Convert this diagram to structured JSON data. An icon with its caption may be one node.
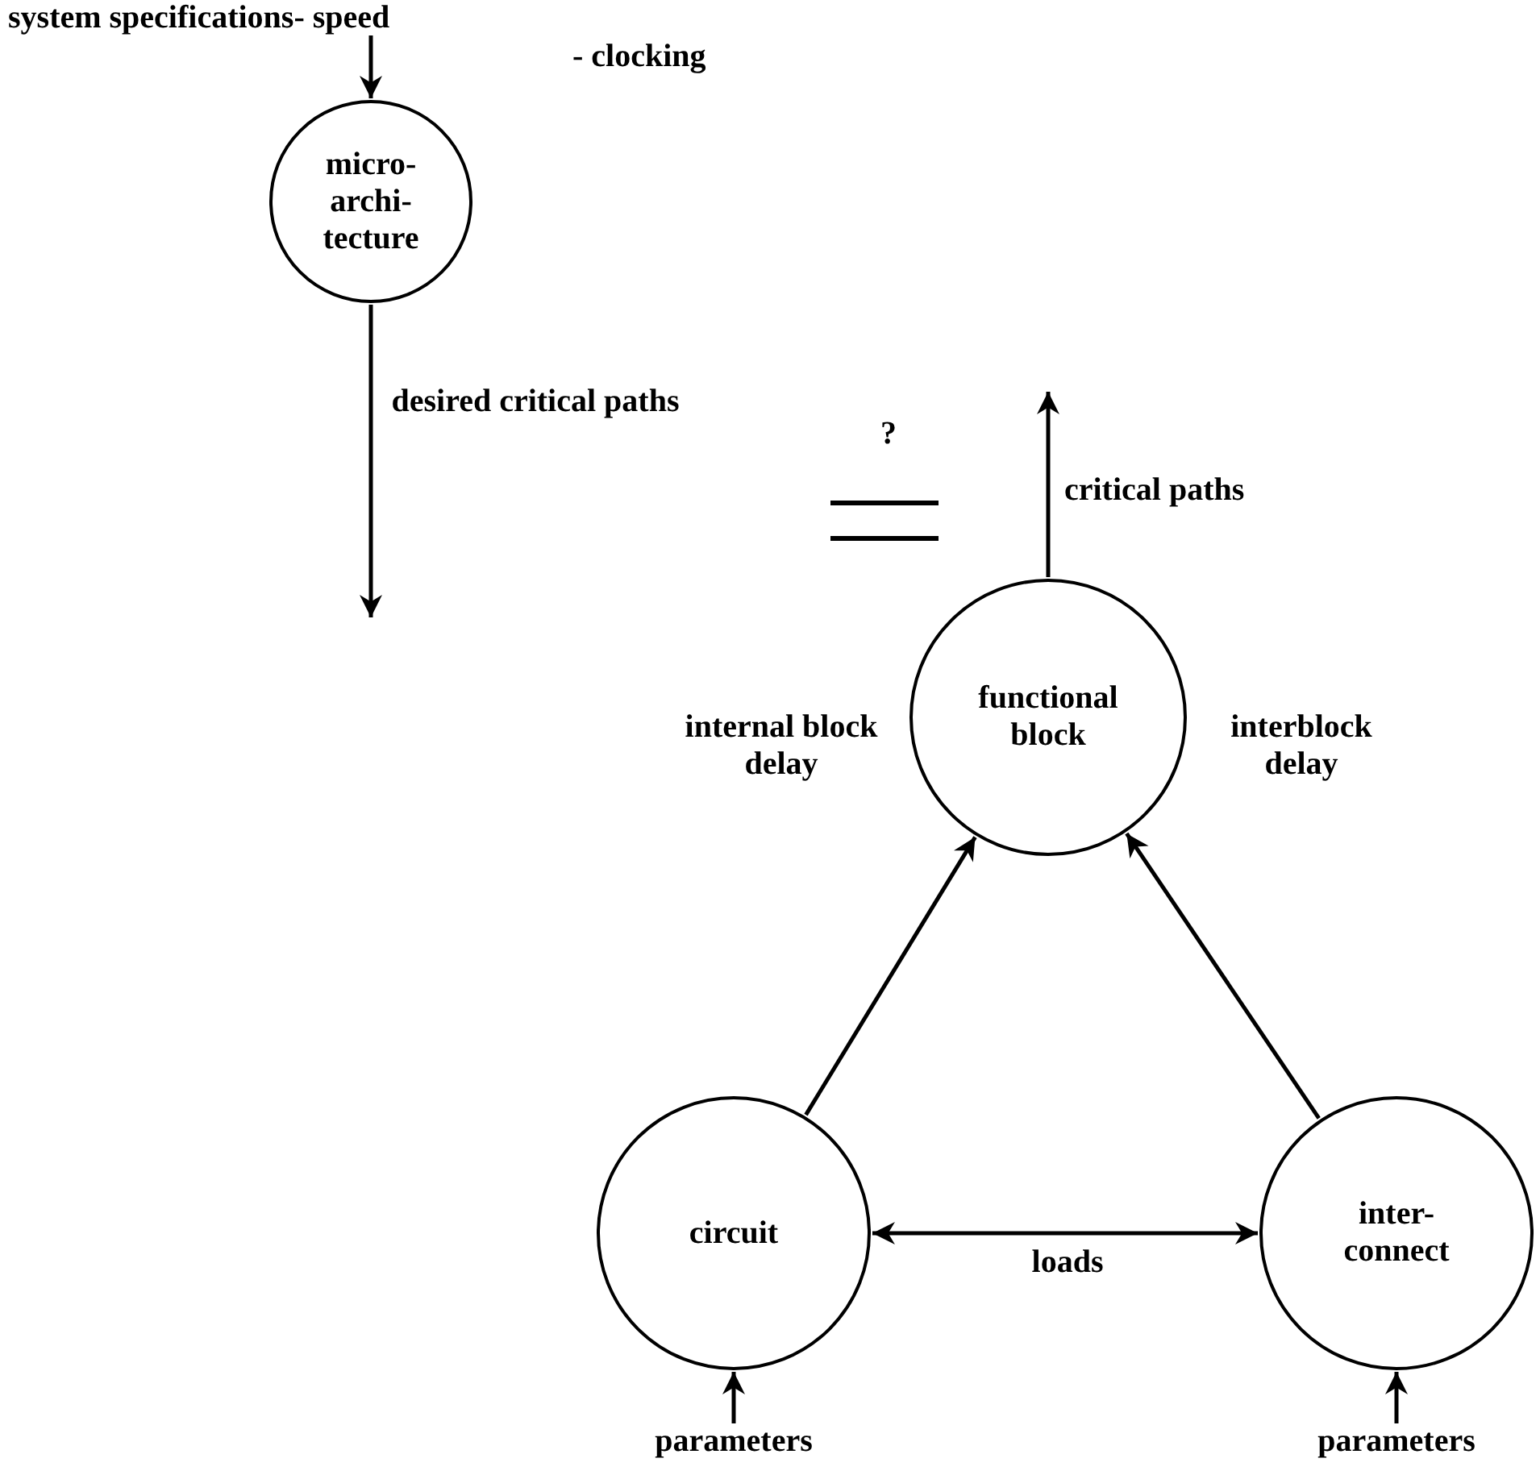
{
  "diagram": {
    "nodes": [
      {
        "text": [
          "system specifications- speed",
          "- clocking"
        ]
      },
      {
        "text": [
          "micro- archi- tecture"
        ]
      },
      {
        "text": [
          "functional block"
        ]
      },
      {
        "text": [
          "circuit"
        ]
      },
      {
        "text": [
          "inter- connect"
        ]
      },
      {
        "text": [
          "parameters"
        ]
      },
      {
        "text": [
          "parameters"
        ]
      }
    ],
    "edges": [
      {
        "from": 0,
        "to": 1,
        "arrow": "to"
      },
      {
        "from": 1,
        "to": null,
        "arrow": "to",
        "label": "desired critical paths"
      },
      {
        "from": 2,
        "to": null,
        "arrow": "to",
        "label": "critical paths"
      },
      {
        "from": 3,
        "to": 2,
        "arrow": "to",
        "label": "internal block delay"
      },
      {
        "from": 4,
        "to": 2,
        "arrow": "to",
        "label": "interblock delay"
      },
      {
        "from": 3,
        "to": 4,
        "arrow": "both",
        "label": "loads"
      },
      {
        "from": 5,
        "to": 3,
        "arrow": "to"
      },
      {
        "from": 6,
        "to": 4,
        "arrow": "to"
      }
    ],
    "labels": [
      "?"
    ]
  }
}
